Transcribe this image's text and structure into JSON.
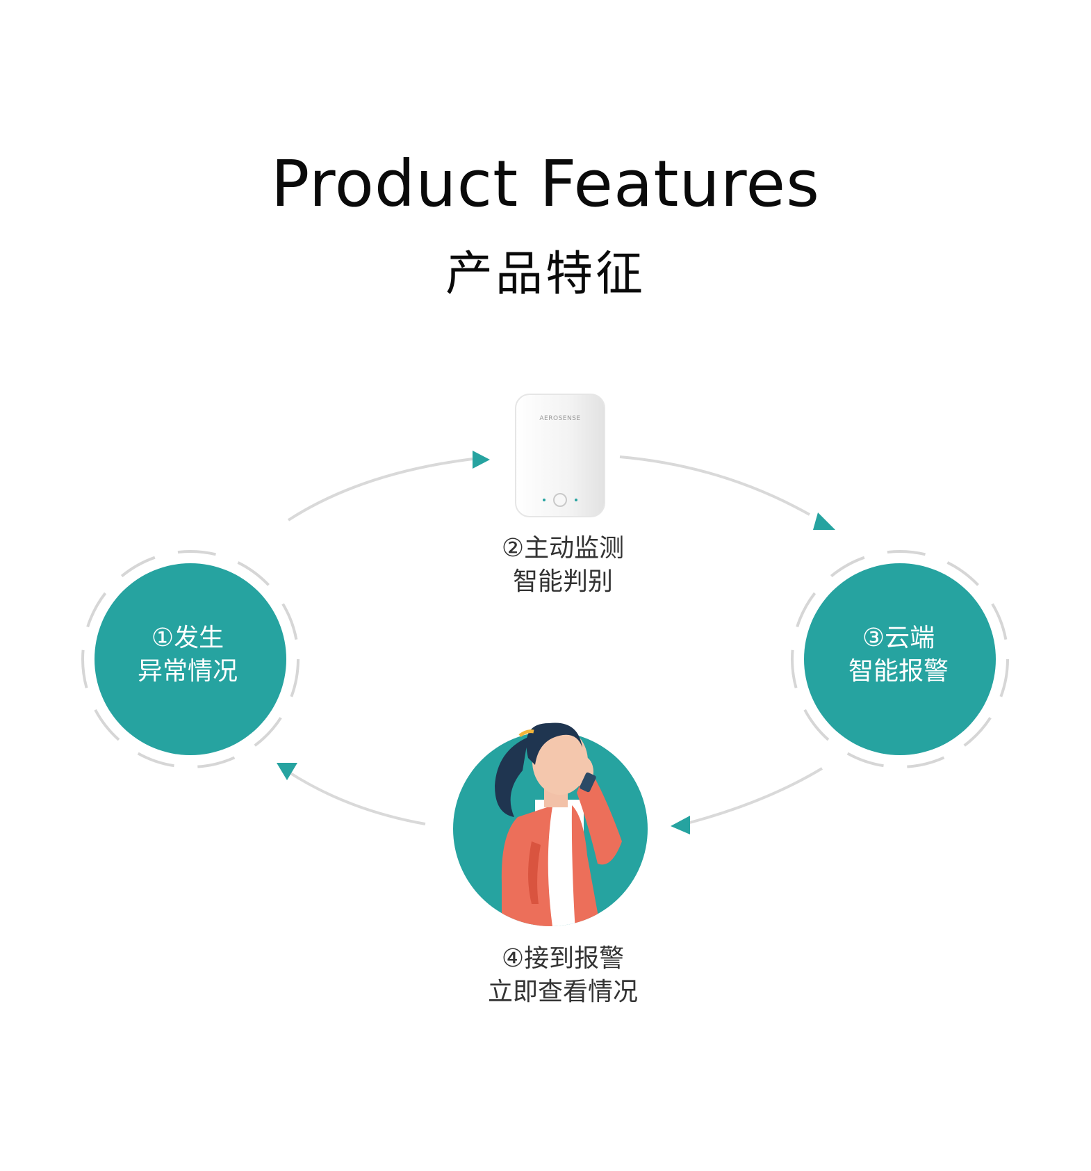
{
  "header": {
    "title_en": "Product Features",
    "title_zh": "产品特征"
  },
  "device": {
    "brand": "AEROSENSE"
  },
  "steps": [
    {
      "number": "①",
      "line1": "①发生",
      "line2": "异常情况"
    },
    {
      "number": "②",
      "line1": "②主动监测",
      "line2": "智能判别"
    },
    {
      "number": "③",
      "line1": "③云端",
      "line2": "智能报警"
    },
    {
      "number": "④",
      "line1": "④接到报警",
      "line2": "立即查看情况"
    }
  ],
  "colors": {
    "teal": "#26a3a0",
    "arrow_line": "#d9d9d9",
    "dash_ring": "#d6d6d6",
    "jacket": "#ec6f5a",
    "hair": "#1f3550"
  }
}
